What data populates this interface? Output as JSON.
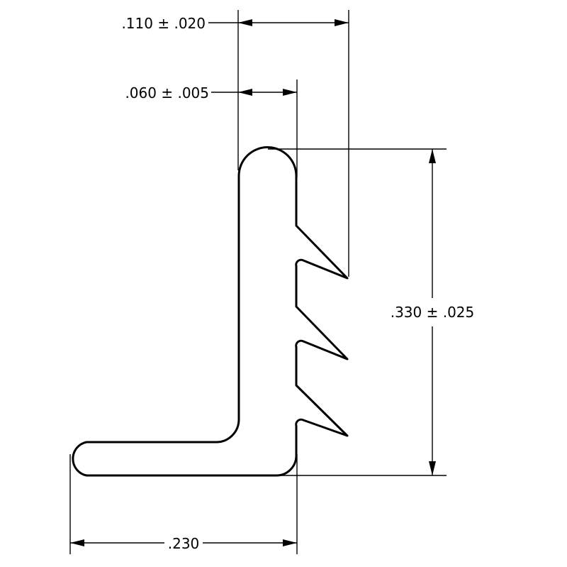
{
  "dimensions": {
    "top_width": ".110 ± .020",
    "wall_thickness": ".060 ± .005",
    "height": ".330 ± .025",
    "base_width": ".230"
  }
}
